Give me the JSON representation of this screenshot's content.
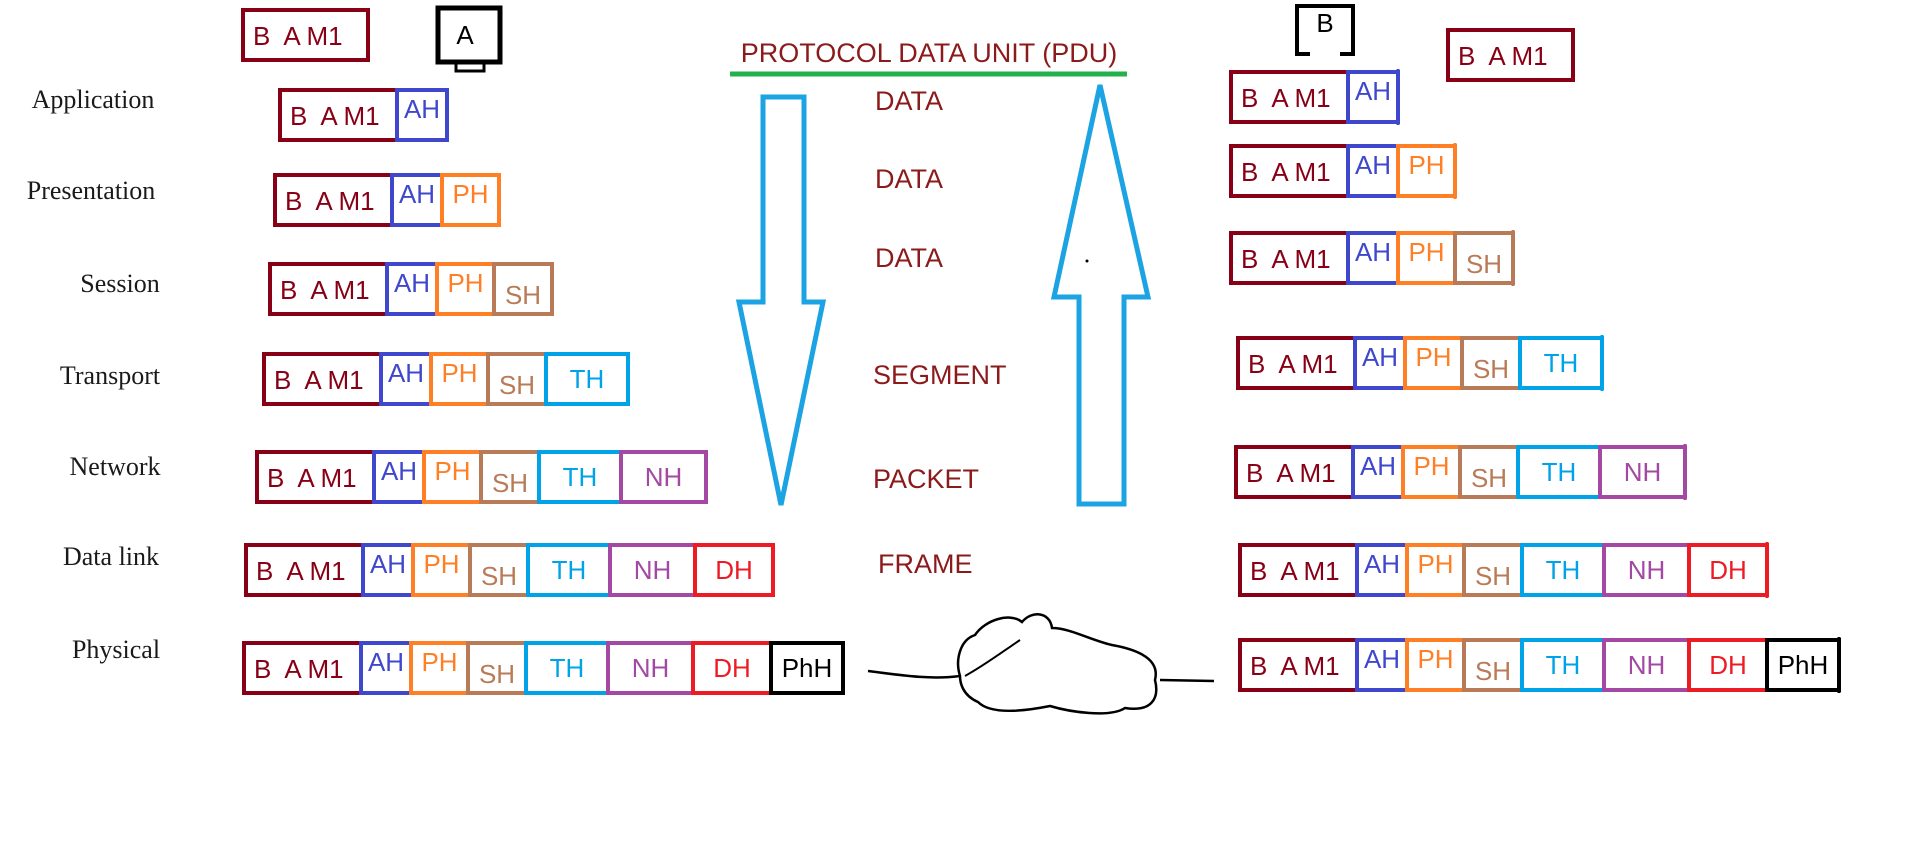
{
  "message_text": "B  A M1",
  "host_a_label": "A",
  "host_b_label": "B",
  "pdu_title": "PROTOCOL DATA UNIT (PDU)",
  "layers": [
    "Application",
    "Presentation",
    "Session",
    "Transport",
    "Network",
    "Data link",
    "Physical"
  ],
  "pdu_names": [
    "DATA",
    "DATA",
    "DATA",
    "SEGMENT",
    "PACKET",
    "FRAME"
  ],
  "headers": [
    {
      "label": "AH",
      "color": "#3f48cc"
    },
    {
      "label": "PH",
      "color": "#ff7f27"
    },
    {
      "label": "SH",
      "color": "#b97a57"
    },
    {
      "label": "TH",
      "color": "#00a2e8"
    },
    {
      "label": "NH",
      "color": "#a349a4"
    },
    {
      "label": "DH",
      "color": "#ed1c24"
    },
    {
      "label": "PhH",
      "color": "#000000"
    }
  ],
  "colors": {
    "message_border": "#880015",
    "message_text": "#880015",
    "pdu_underline": "#22b14c",
    "arrow": "#1ca3e3",
    "pdu_text": "#8b1a1a"
  }
}
